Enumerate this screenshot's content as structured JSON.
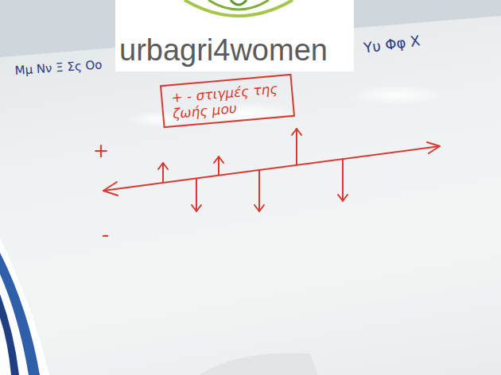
{
  "diagram": {
    "nodes": [
      {
        "text": [
          "+ - στιγμές της ζωής μου"
        ]
      }
    ],
    "labels": [
      "urbagri4women",
      "Μμ Νν Ξ Σς Οο",
      "Υυ Φφ Χ",
      "+",
      "-"
    ]
  }
}
